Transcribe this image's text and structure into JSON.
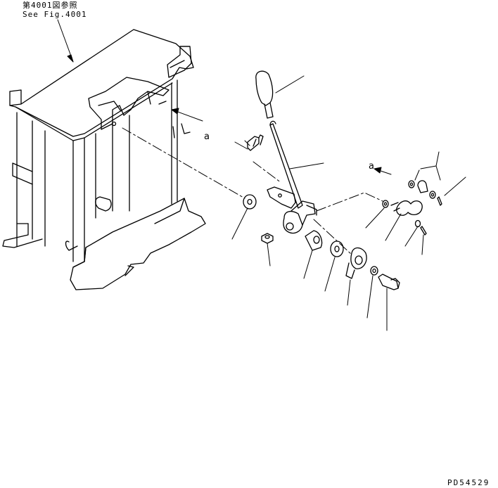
{
  "reference": {
    "jp": "第4001図参照",
    "en": "See Fig.4001"
  },
  "view_marker_left": "a",
  "view_marker_right": "a",
  "drawing_number": "PD54529"
}
